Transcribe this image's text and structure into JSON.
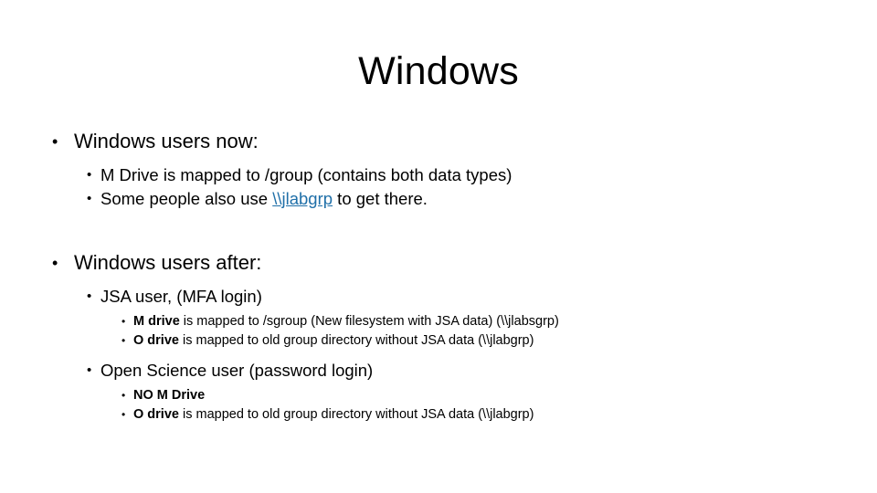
{
  "slide": {
    "title": "Windows",
    "bullet_glyph": "•",
    "link_color": "#1F6FA8",
    "text_color": "#000000",
    "background_color": "#FFFFFF"
  },
  "sections": [
    {
      "heading": "Windows users now:",
      "items": [
        {
          "parts": [
            {
              "text": "M Drive is mapped to /group (contains both data types)",
              "style": "normal"
            }
          ]
        },
        {
          "parts": [
            {
              "text": "Some people also use ",
              "style": "normal"
            },
            {
              "text": "\\\\jlabgrp",
              "style": "link"
            },
            {
              "text": " to get there.",
              "style": "normal"
            }
          ]
        }
      ]
    },
    {
      "heading": "Windows users after:",
      "items": [
        {
          "parts": [
            {
              "text": "JSA user, (MFA login)",
              "style": "normal"
            }
          ],
          "children": [
            {
              "parts": [
                {
                  "text": "M drive",
                  "style": "bold"
                },
                {
                  "text": " is mapped to /sgroup  (New filesystem with JSA data) (\\\\jlabsgrp)",
                  "style": "normal"
                }
              ]
            },
            {
              "parts": [
                {
                  "text": "O drive",
                  "style": "bold"
                },
                {
                  "text": " is mapped to old group directory without JSA data  (\\\\jlabgrp)",
                  "style": "normal"
                }
              ]
            }
          ]
        },
        {
          "parts": [
            {
              "text": "Open Science user (password login)",
              "style": "normal"
            }
          ],
          "children": [
            {
              "parts": [
                {
                  "text": "NO M Drive",
                  "style": "bold"
                }
              ]
            },
            {
              "parts": [
                {
                  "text": "O drive",
                  "style": "bold"
                },
                {
                  "text": " is mapped to old group directory without JSA data  (\\\\jlabgrp)",
                  "style": "normal"
                }
              ]
            }
          ]
        }
      ]
    }
  ]
}
